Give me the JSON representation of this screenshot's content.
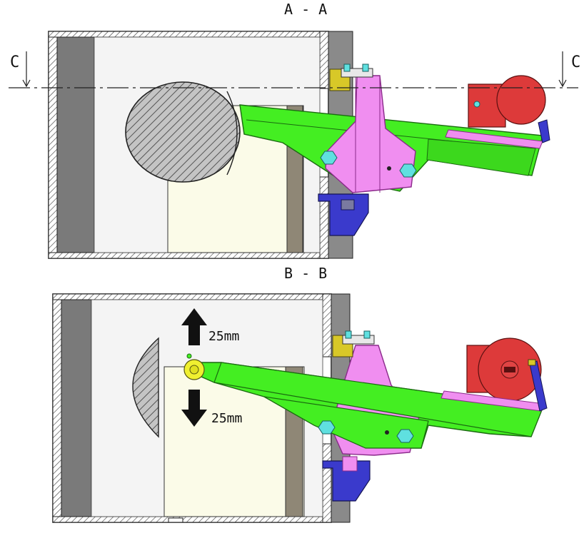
{
  "sections": {
    "top_title": "A - A",
    "bottom_title": "B - B",
    "cut_marker_left": "C",
    "cut_marker_right": "C"
  },
  "dimensions": {
    "up_travel": "25mm",
    "down_travel": "25mm"
  },
  "colors": {
    "arm": "#44ee22",
    "bracket": "#f08ef0",
    "motor": "#dd3a3a",
    "clamp": "#d8c828",
    "mount": "#3a3acc",
    "wall": "#7a7a7a",
    "frame": "#8a8a8a",
    "roller": "#f0f030",
    "hatch": "#9a9a9a",
    "bolt": "#5fe0e0"
  }
}
